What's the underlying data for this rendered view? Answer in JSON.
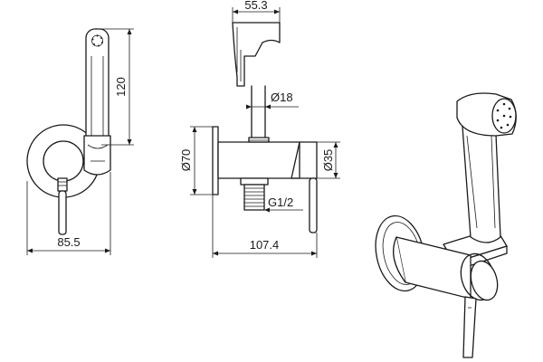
{
  "dimensions": {
    "width_top": "55.3",
    "hose_dia": "Ø18",
    "height_left": "120",
    "flange_dia": "Ø70",
    "knob_dia": "Ø35",
    "thread": "G1/2",
    "depth_left": "85.5",
    "length_side": "107.4"
  }
}
